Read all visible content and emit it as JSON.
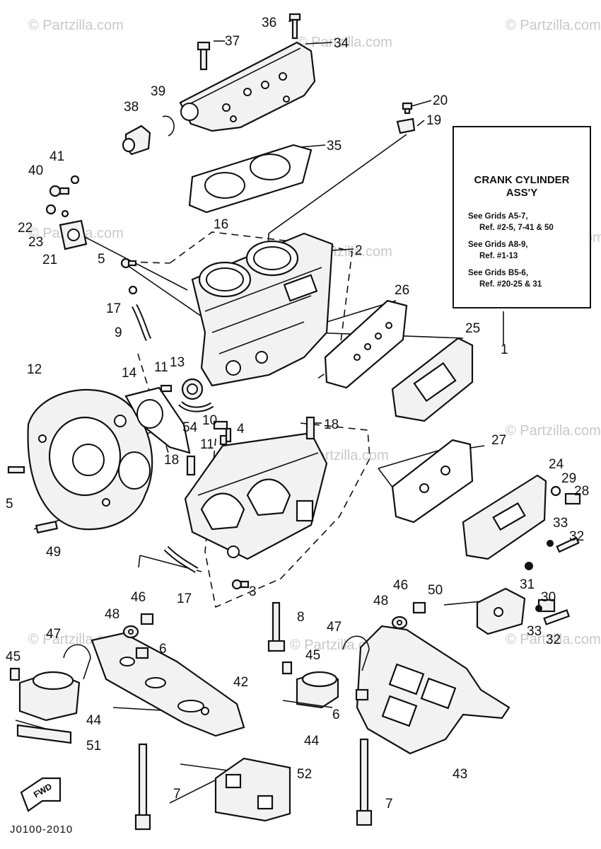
{
  "diagram": {
    "drawing_code": "J0100-2010",
    "watermark": "© Partzilla.com",
    "fwd_label": "FWD",
    "note": {
      "title_line1": "CRANK CYLINDER",
      "title_line2": "ASS'Y",
      "lines": [
        "See Grids A5-7,",
        "Ref. #2-5, 7-41 & 50",
        "See Grids A8-9,",
        "Ref. #1-13",
        "See Grids B5-6,",
        "Ref. #20-25 & 31"
      ]
    },
    "callouts": [
      "1",
      "2",
      "3",
      "4",
      "5",
      "6",
      "7",
      "8",
      "9",
      "10",
      "11",
      "12",
      "13",
      "14",
      "16",
      "17",
      "18",
      "19",
      "20",
      "21",
      "22",
      "23",
      "24",
      "25",
      "26",
      "27",
      "28",
      "29",
      "30",
      "31",
      "32",
      "33",
      "34",
      "35",
      "36",
      "37",
      "38",
      "39",
      "40",
      "41",
      "42",
      "43",
      "44",
      "45",
      "46",
      "47",
      "48",
      "49",
      "50",
      "51",
      "52",
      "54"
    ],
    "colors": {
      "ink": "#111111",
      "paper": "#ffffff",
      "watermark": "#c9c9c9"
    }
  }
}
